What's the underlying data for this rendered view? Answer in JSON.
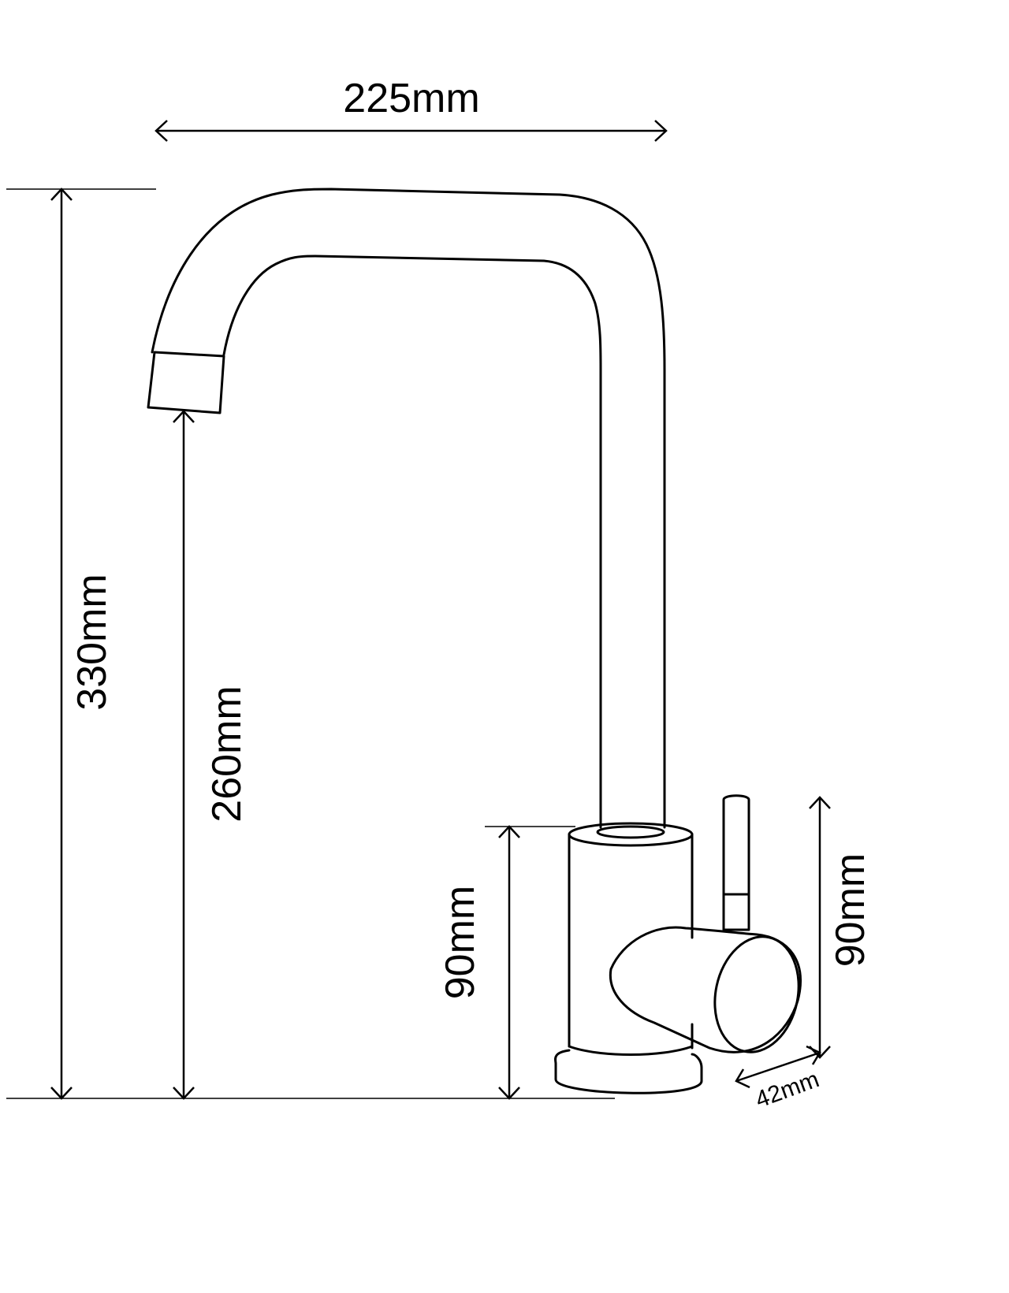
{
  "dimensions": {
    "overall_width": "225mm",
    "overall_height": "330mm",
    "spout_height": "260mm",
    "base_height": "90mm",
    "lever_height": "90mm",
    "lever_depth": "42mm"
  }
}
